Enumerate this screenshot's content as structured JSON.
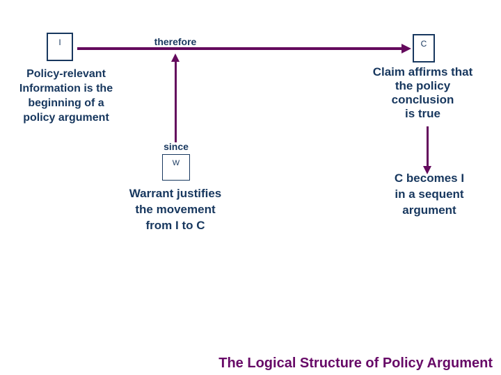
{
  "slide": {
    "title": "The Logical Structure of Policy Argument",
    "colors": {
      "navy": "#17375E",
      "maroon": "#640A5D",
      "title_purple": "#670A67",
      "background": "#FFFFFF"
    },
    "boxes": {
      "information": "I",
      "claim": "C",
      "warrant": "W"
    },
    "labels": {
      "therefore": "therefore",
      "since": "since"
    },
    "annotations": {
      "information": "Policy-relevant\nInformation is the\nbeginning of a\npolicy argument",
      "claim": "Claim affirms that\nthe policy\nconclusion\nis true",
      "warrant": "Warrant justifies\nthe movement\nfrom I to C",
      "sequent": "C becomes I\nin a sequent\nargument"
    }
  }
}
